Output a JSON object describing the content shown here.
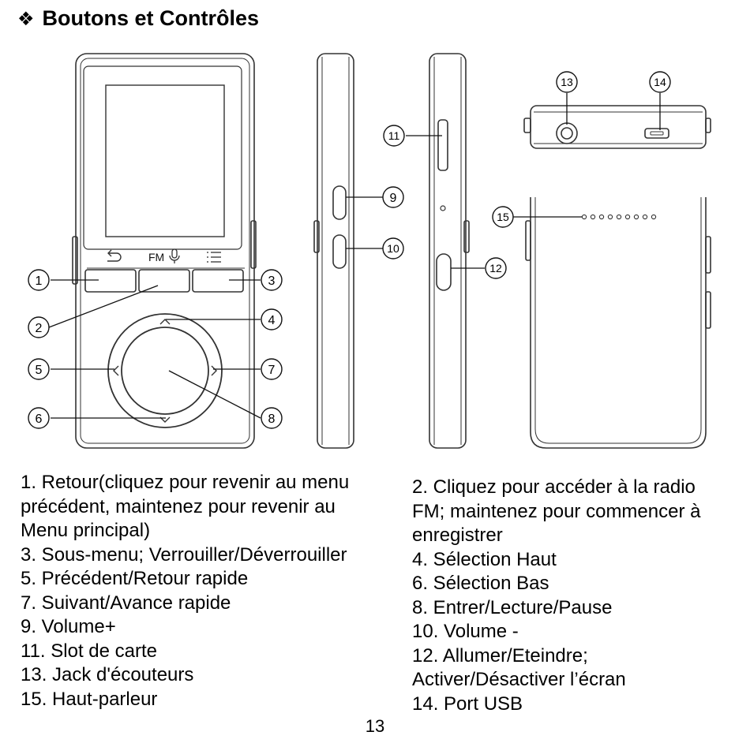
{
  "heading": {
    "icon": "four-diamond-bullet-icon",
    "text": "Boutons et Contrôles"
  },
  "device": {
    "front_labels": {
      "fm": "FM",
      "back_icon": "back-arrow-icon",
      "mic_icon": "microphone-icon",
      "menu_icon": "menu-list-icon"
    },
    "callouts": [
      "1",
      "2",
      "3",
      "4",
      "5",
      "6",
      "7",
      "8",
      "9",
      "10",
      "11",
      "12",
      "13",
      "14",
      "15"
    ]
  },
  "descriptions": {
    "left": [
      "1. Retour(cliquez pour revenir au menu",
      "précédent, maintenez pour revenir au",
      "Menu principal)",
      "3. Sous-menu; Verrouiller/Déverrouiller",
      "5. Précédent/Retour rapide",
      "7. Suivant/Avance rapide",
      "9. Volume+",
      "11. Slot  de  carte",
      "13. Jack d'écouteurs",
      "15. Haut-parleur"
    ],
    "right": [
      "2. Cliquez pour accéder à la radio",
      "FM; maintenez pour commencer à",
      "enregistrer",
      "4. Sélection Haut",
      "6. Sélection Bas",
      "8. Entrer/Lecture/Pause",
      "10. Volume -",
      "12. Allumer/Eteindre;",
      "Activer/Désactiver l’écran",
      "14. Port USB"
    ]
  },
  "page_number": "13"
}
